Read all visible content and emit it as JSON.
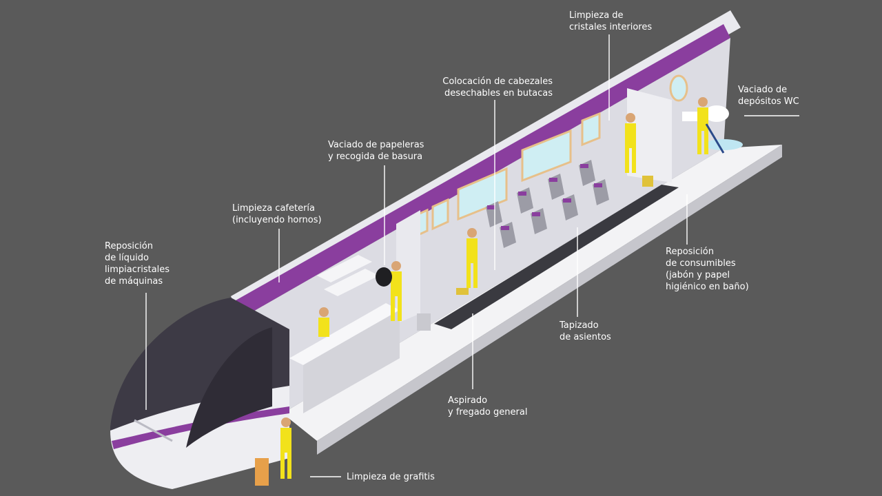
{
  "colors": {
    "background": "#5a5a5a",
    "accent_purple": "#8a3e9e",
    "worker_yellow": "#f2e21b",
    "cab_dark": "#3d3a45",
    "label_text": "#ffffff",
    "window_glass": "#cfeef3"
  },
  "labels": {
    "cab_fluid": "Reposición\nde líquido\nlimpiacristales\nde máquinas",
    "cafeteria": "Limpieza cafetería\n(incluyendo hornos)",
    "bins": "Vaciado de papeleras\ny recogida de basura",
    "headrests": "Colocación de cabezales\ndesechables en butacas",
    "windows": "Limpieza de\ncristales interiores",
    "wc": "Vaciado de\ndepósitos WC",
    "consumables": "Reposición\nde consumibles\n(jabón y papel\nhigiénico en baño)",
    "upholstery": "Tapizado\nde asientos",
    "vacuum": "Aspirado\ny fregado general",
    "graffiti": "Limpieza de grafitis"
  },
  "icons": {
    "worker": "worker-figure",
    "seat": "seat-icon",
    "bucket": "bucket-icon",
    "mop": "mop-icon"
  }
}
